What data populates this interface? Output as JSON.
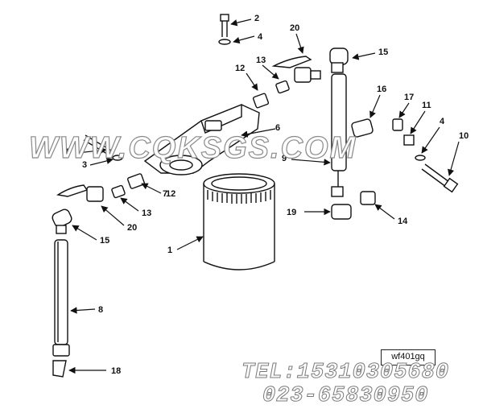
{
  "diagram": {
    "callouts": [
      {
        "id": "c2",
        "text": "2"
      },
      {
        "id": "c4a",
        "text": "4"
      },
      {
        "id": "c20a",
        "text": "20"
      },
      {
        "id": "c15a",
        "text": "15"
      },
      {
        "id": "c12a",
        "text": "12"
      },
      {
        "id": "c13a",
        "text": "13"
      },
      {
        "id": "c16",
        "text": "16"
      },
      {
        "id": "c17",
        "text": "17"
      },
      {
        "id": "c11",
        "text": "11"
      },
      {
        "id": "c4b",
        "text": "4"
      },
      {
        "id": "c10",
        "text": "10"
      },
      {
        "id": "c6",
        "text": "6"
      },
      {
        "id": "c5",
        "text": "5"
      },
      {
        "id": "c3",
        "text": "3"
      },
      {
        "id": "c9",
        "text": "9"
      },
      {
        "id": "c7",
        "text": "7"
      },
      {
        "id": "c12b",
        "text": "12"
      },
      {
        "id": "c13b",
        "text": "13"
      },
      {
        "id": "c20b",
        "text": "20"
      },
      {
        "id": "c15b",
        "text": "15"
      },
      {
        "id": "c19",
        "text": "19"
      },
      {
        "id": "c14",
        "text": "14"
      },
      {
        "id": "c1",
        "text": "1"
      },
      {
        "id": "c8",
        "text": "8"
      },
      {
        "id": "c18",
        "text": "18"
      }
    ],
    "drawing_code": "wf401gq"
  },
  "watermark": {
    "site": "WWW.CQKSGS.COM",
    "tel": "TEL:15310305680",
    "phone2": "023-65830950"
  }
}
